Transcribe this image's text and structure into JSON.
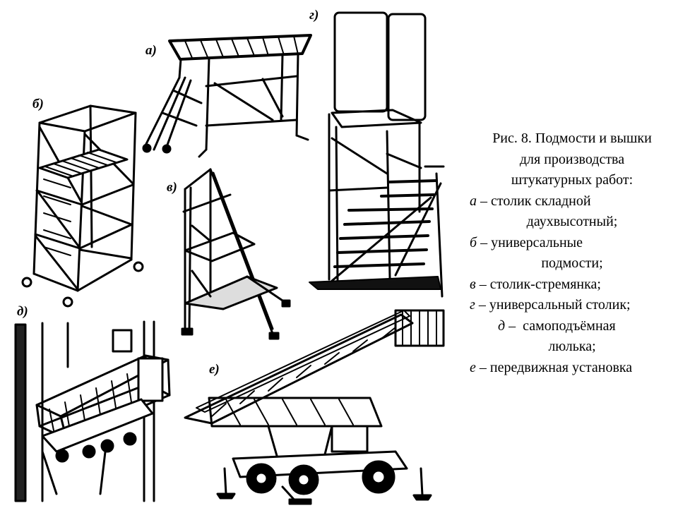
{
  "labels": {
    "a": "а)",
    "b": "б)",
    "v": "в)",
    "g": "г)",
    "d": "д)",
    "e": "е)"
  },
  "caption": {
    "line1": "Рис. 8. Подмости и вышки",
    "line2": "для производства",
    "line3": "штукатурных работ:",
    "items": [
      {
        "letter": "а",
        "dash": " – ",
        "text": "столик складной"
      },
      {
        "letter": "",
        "dash": "",
        "text": "даухвысотный;"
      },
      {
        "letter": "б",
        "dash": " – ",
        "text": "универсальные"
      },
      {
        "letter": "",
        "dash": "",
        "text": "подмости;"
      },
      {
        "letter": "в",
        "dash": " – ",
        "text": "столик-стремянка;"
      },
      {
        "letter": "г",
        "dash": " – ",
        "text": "универсальный столик;"
      },
      {
        "letter": "д",
        "dash": " –  ",
        "text": "самоподъёмная"
      },
      {
        "letter": "",
        "dash": "",
        "text": "люлька;"
      },
      {
        "letter": "е",
        "dash": " – ",
        "text": "передвижная установка"
      }
    ]
  }
}
